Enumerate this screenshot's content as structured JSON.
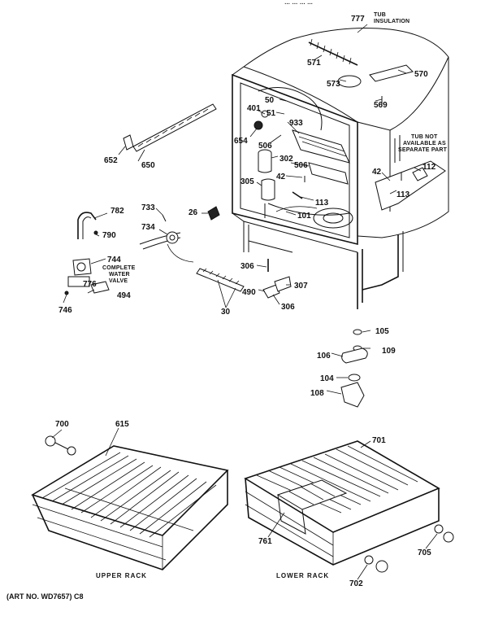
{
  "header_fragment": "… … … …",
  "parts": {
    "p777": "777",
    "tub_insulation": [
      "TUB",
      "INSULATION"
    ],
    "p571": "571",
    "p573": "573",
    "p570": "570",
    "p569": "569",
    "p50": "50",
    "p51": "51",
    "p401": "401",
    "p933": "933",
    "p654": "654",
    "p506a": "506",
    "p302": "302",
    "p506b": "506",
    "p305": "305",
    "p42a": "42",
    "p113a": "113",
    "p101": "101",
    "tub_not_available": [
      "TUB NOT",
      "AVAILABLE AS",
      "SEPARATE PART"
    ],
    "p112": "112",
    "p42b": "42",
    "p113b": "113",
    "p652": "652",
    "p650": "650",
    "p733": "733",
    "p26": "26",
    "p782": "782",
    "p790": "790",
    "p734": "734",
    "p744": "744",
    "complete_water_valve": [
      "COMPLETE",
      "WATER",
      "VALVE"
    ],
    "p776": "776",
    "p494": "494",
    "p746": "746",
    "p306a": "306",
    "p490": "490",
    "p307": "307",
    "p306b": "306",
    "p30": "30",
    "p105": "105",
    "p109": "109",
    "p106": "106",
    "p104": "104",
    "p108": "108",
    "p700": "700",
    "p615": "615",
    "p701": "701",
    "p761": "761",
    "p705": "705",
    "p702": "702"
  },
  "captions": {
    "upper_rack": "UPPER RACK",
    "lower_rack": "LOWER RACK"
  },
  "art_number": "(ART NO. WD7657) C8"
}
